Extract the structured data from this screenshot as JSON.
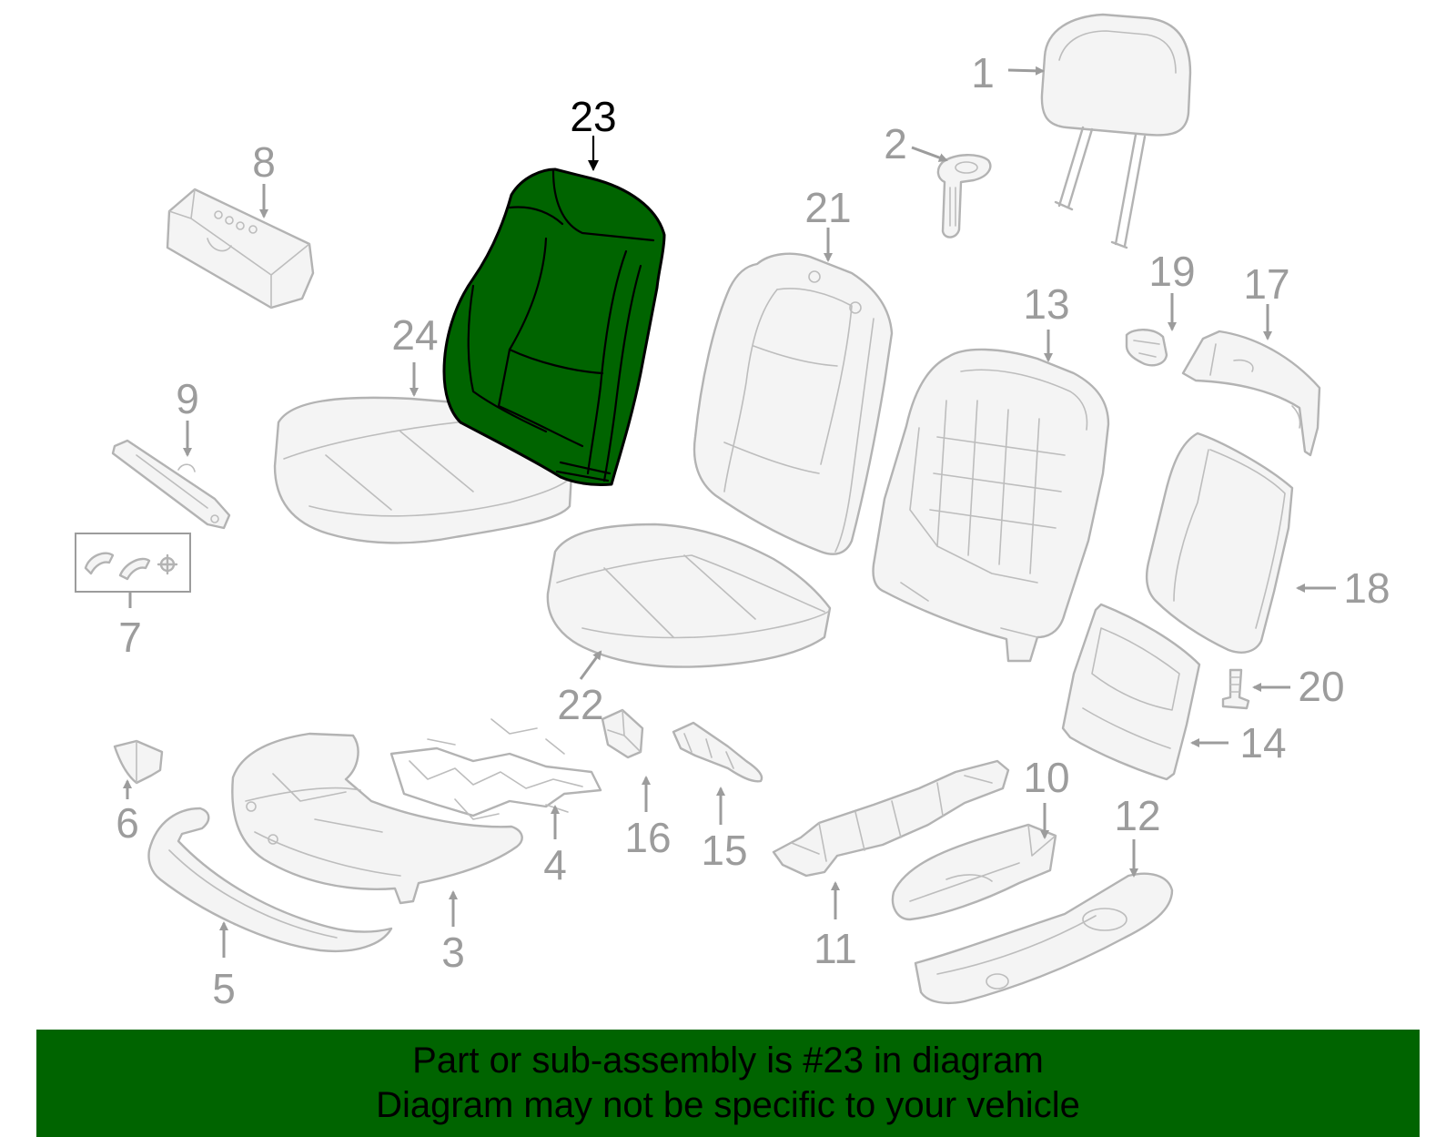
{
  "highlight": {
    "part_number": "23",
    "color": "#006400",
    "outline_color": "#000000"
  },
  "parts_color": "#b3b3b3",
  "label_color": "#9c9c9c",
  "callouts": [
    "1",
    "2",
    "3",
    "4",
    "5",
    "6",
    "7",
    "8",
    "9",
    "10",
    "11",
    "12",
    "13",
    "14",
    "15",
    "16",
    "17",
    "18",
    "19",
    "20",
    "21",
    "22",
    "23",
    "24"
  ],
  "banner": {
    "line1": "Part or sub-assembly is #23 in diagram",
    "line2": "Diagram may not be specific to your vehicle",
    "background": "#006400",
    "text_color": "#000000"
  }
}
